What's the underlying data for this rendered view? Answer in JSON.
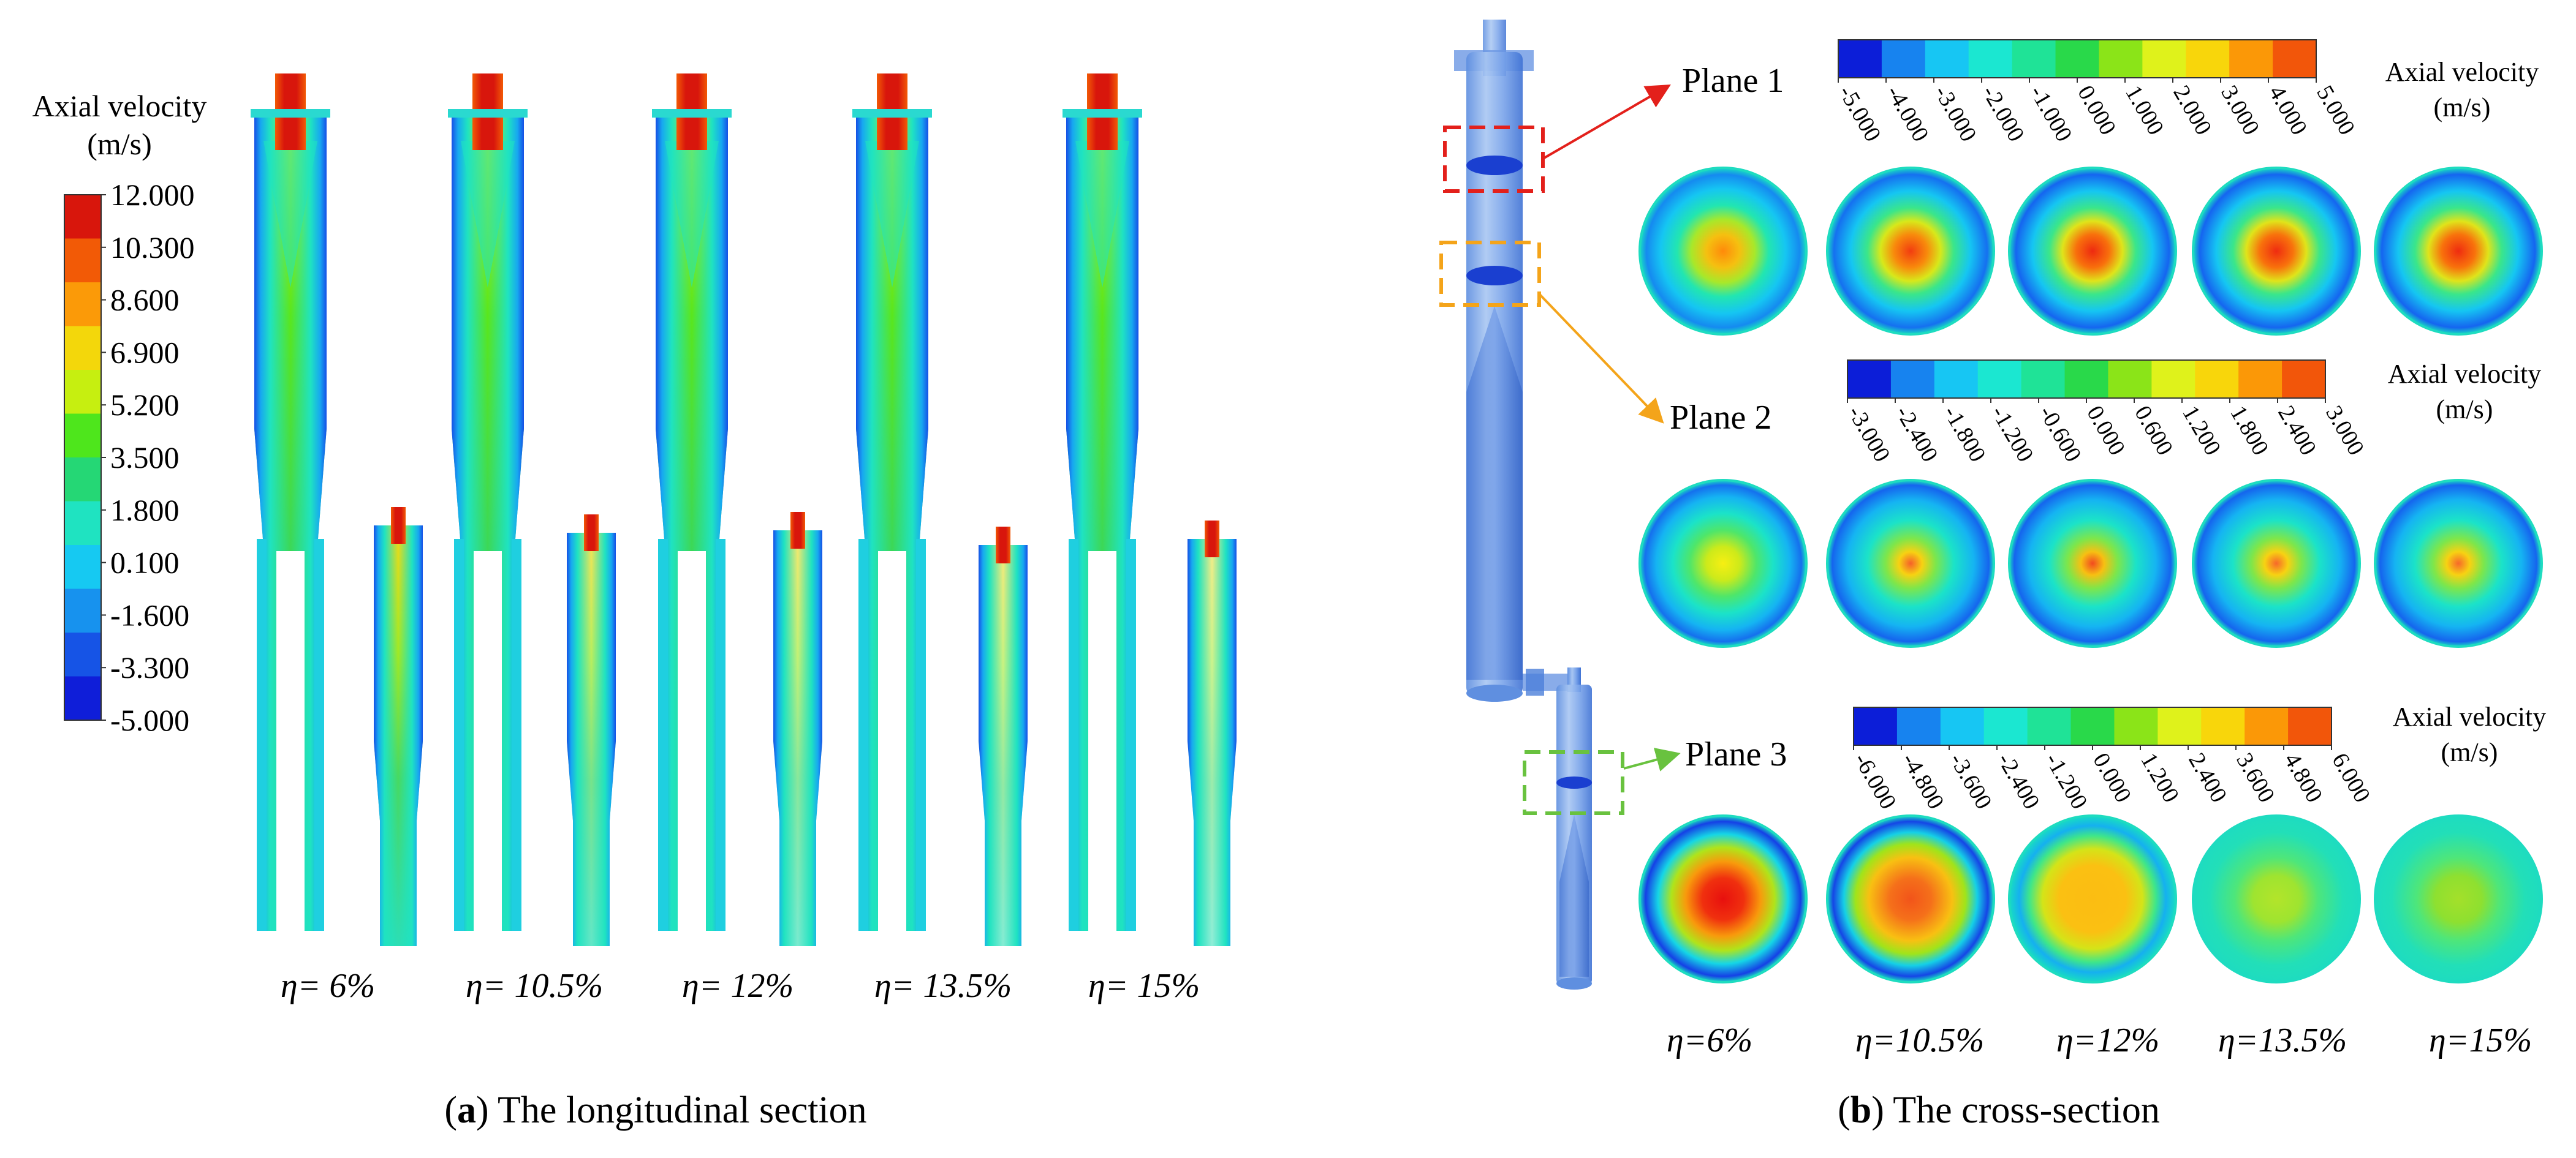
{
  "panel_a": {
    "caption_letter": "a",
    "caption_text": " The longitudinal section",
    "colorbar": {
      "title_line1": "Axial velocity",
      "title_line2": "(m/s)",
      "ticks": [
        "12.000",
        "10.300",
        "8.600",
        "6.900",
        "5.200",
        "3.500",
        "1.800",
        "0.100",
        "-1.600",
        "-3.300",
        "-5.000"
      ],
      "colors": [
        "#d8160c",
        "#f25a06",
        "#fb9a08",
        "#f3d70b",
        "#c6ef10",
        "#4ee61c",
        "#25d775",
        "#1fe3c1",
        "#16c9f2",
        "#1792ee",
        "#1654e6",
        "#0f1ed9"
      ]
    },
    "eta_labels": [
      "η= 6%",
      "η= 10.5%",
      "η= 12%",
      "η= 13.5%",
      "η= 15%"
    ],
    "lower_intensity": [
      0.95,
      0.7,
      0.6,
      0.55,
      0.5
    ]
  },
  "panel_b": {
    "caption_letter": "b",
    "caption_text": " The cross-section",
    "planes": [
      {
        "label": "Plane 1",
        "colorbar_title_line1": "Axial velocity",
        "colorbar_title_line2": "(m/s)",
        "ticks": [
          "-5.000",
          "-4.000",
          "-3.000",
          "-2.000",
          "-1.000",
          "0.000",
          "1.000",
          "2.000",
          "3.000",
          "4.000",
          "5.000"
        ],
        "box_color": "#e3201b",
        "center_colors": [
          "#ff8a0a",
          "#f23d10",
          "#ee2a10",
          "#ef2c10",
          "#ef2c10"
        ]
      },
      {
        "label": "Plane 2",
        "colorbar_title_line1": "Axial velocity",
        "colorbar_title_line2": "(m/s)",
        "ticks": [
          "-3.000",
          "-2.400",
          "-1.800",
          "-1.200",
          "-0.600",
          "0.000",
          "0.600",
          "1.200",
          "1.800",
          "2.400",
          "3.000"
        ],
        "box_color": "#f4a41a",
        "center_colors": [
          "#f7ef12",
          "#f5602a",
          "#f24a20",
          "#f7682a",
          "#f7682a"
        ]
      },
      {
        "label": "Plane 3",
        "colorbar_title_line1": "Axial velocity",
        "colorbar_title_line2": "(m/s)",
        "ticks": [
          "-6.000",
          "-4.800",
          "-3.600",
          "-2.400",
          "-1.200",
          "0.000",
          "1.200",
          "2.400",
          "3.600",
          "4.800",
          "6.000"
        ],
        "box_color": "#69c23f",
        "center_colors": [
          "#e8100e",
          "#f2541a",
          "#fbbd12",
          "#b3e42a",
          "#a4e02a"
        ]
      }
    ],
    "colorbar_colors": [
      "#0c1ed8",
      "#1783ef",
      "#17c6f3",
      "#1be7d1",
      "#1fe397",
      "#29d94a",
      "#8be418",
      "#dff21b",
      "#f8d60b",
      "#fb9807",
      "#f2560a"
    ],
    "eta_labels": [
      "η=6%",
      "η=10.5%",
      "η=12%",
      "η=13.5%",
      "η=15%"
    ]
  }
}
